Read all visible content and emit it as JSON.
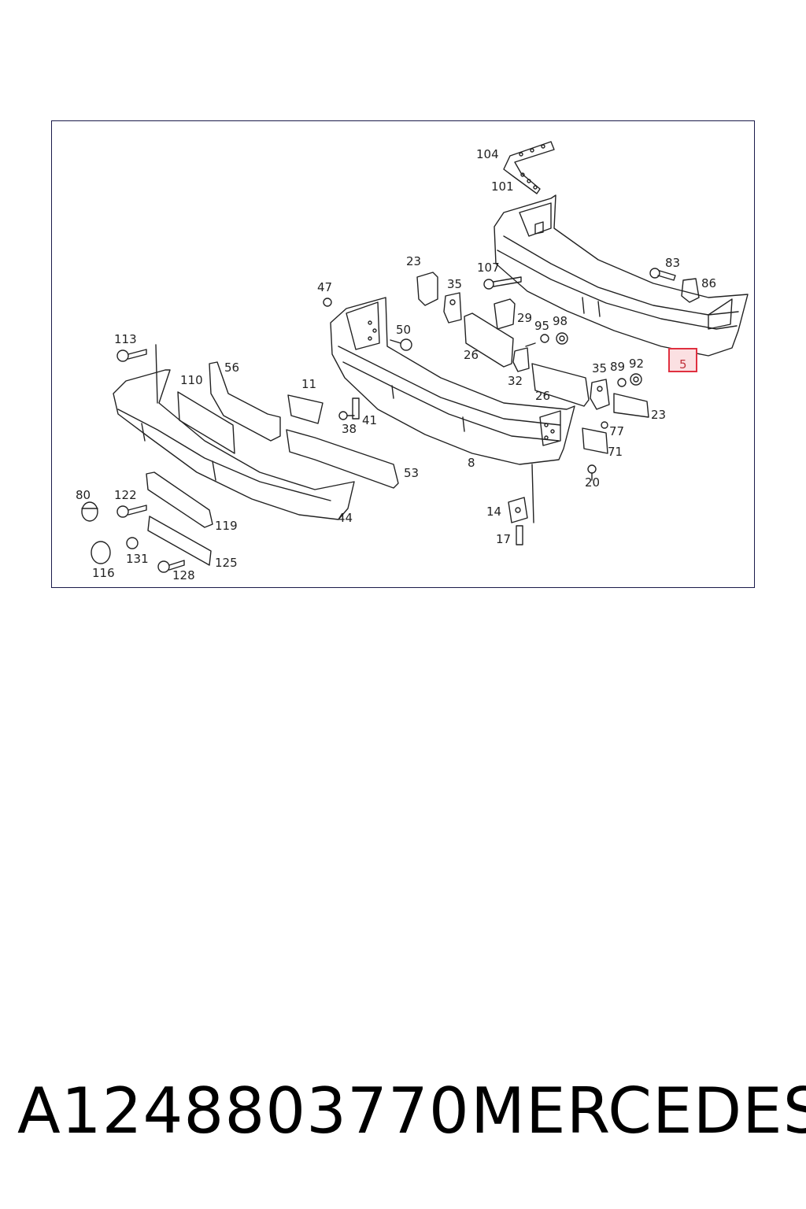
{
  "footer": {
    "part_number": "A1248803770",
    "brand": "MERCEDES"
  },
  "highlight_color": "#e03040",
  "callouts": [
    "104",
    "101",
    "23",
    "107",
    "35",
    "83",
    "86",
    "47",
    "29",
    "95",
    "98",
    "50",
    "113",
    "56",
    "110",
    "26",
    "32",
    "35",
    "89",
    "92",
    "11",
    "26",
    "23",
    "41",
    "38",
    "8",
    "77",
    "71",
    "53",
    "20",
    "80",
    "122",
    "119",
    "44",
    "14",
    "17",
    "116",
    "131",
    "125",
    "128",
    "5"
  ]
}
